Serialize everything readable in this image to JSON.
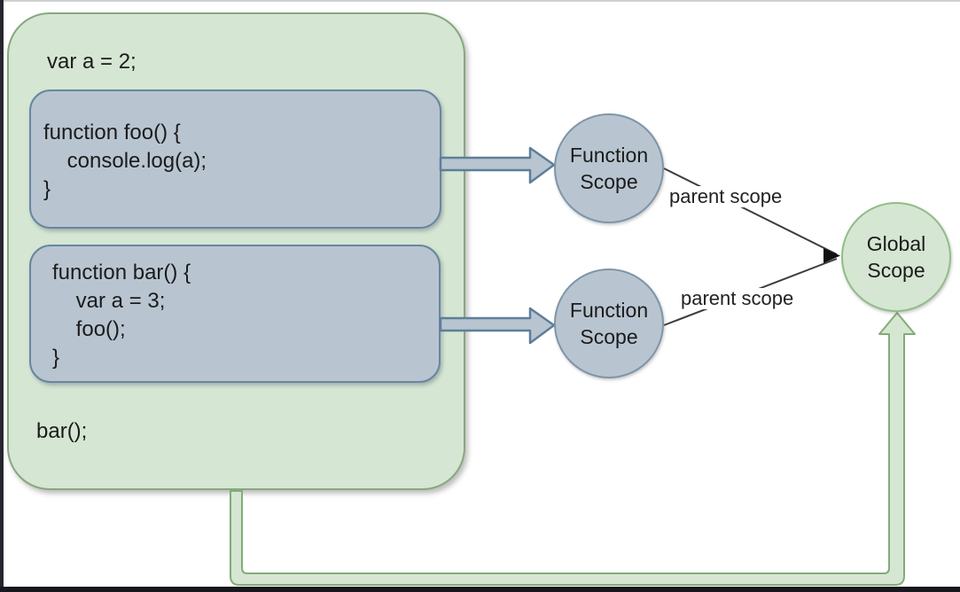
{
  "window": {
    "background": "#ffffff",
    "edge_color_left": "#26262e",
    "edge_color_bottom": "#17171d"
  },
  "palette": {
    "green_fill": "#d5e6d3",
    "green_border": "#87a87e",
    "global_circle_border": "#8fbe86",
    "blue_fill": "#b8c5d1",
    "blue_box_border": "#6886a0",
    "blue_circle_border": "#7e95a9",
    "thin_line_color": "#3d3d3d",
    "text_color": "#1b1b1b"
  },
  "global_scope_box": {
    "var_declaration": "var a = 2;",
    "call_statement": "bar();"
  },
  "foo_function_box": {
    "lines": [
      "function foo() {",
      "    console.log(a);",
      "}"
    ]
  },
  "bar_function_box": {
    "lines": [
      "function bar() {",
      "    var a = 3;",
      "    foo();",
      "}"
    ]
  },
  "scope_nodes": {
    "foo_scope": {
      "line1": "Function",
      "line2": "Scope"
    },
    "bar_scope": {
      "line1": "Function",
      "line2": "Scope"
    },
    "global_scope": {
      "line1": "Global",
      "line2": "Scope"
    }
  },
  "edge_labels": {
    "foo_parent": "parent scope",
    "bar_parent": "parent scope"
  }
}
